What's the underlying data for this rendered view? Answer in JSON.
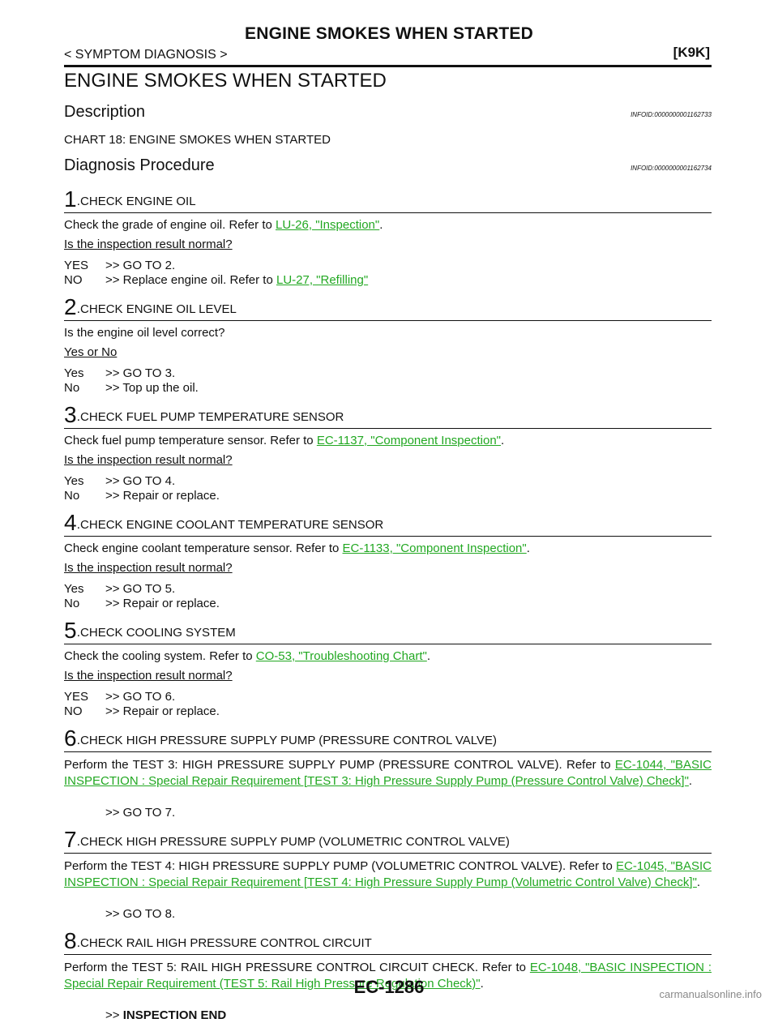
{
  "header": {
    "page_title": "ENGINE SMOKES WHEN STARTED",
    "section": "< SYMPTOM DIAGNOSIS >",
    "model": "[K9K]"
  },
  "doc": {
    "title": "ENGINE SMOKES WHEN STARTED",
    "description": {
      "heading": "Description",
      "infoid": "INFOID:0000000001162733",
      "text": "CHART 18: ENGINE SMOKES WHEN STARTED"
    },
    "procedure": {
      "heading": "Diagnosis Procedure",
      "infoid": "INFOID:0000000001162734"
    },
    "steps": [
      {
        "num": "1",
        "title": "CHECK ENGINE OIL",
        "body_pre": "Check the grade of engine oil. Refer to ",
        "link": "LU-26, \"Inspection\"",
        "body_post": ".",
        "question": "Is the inspection result normal?",
        "answers": [
          {
            "key": "YES",
            "pre": ">> GO TO 2.",
            "link": "",
            "post": ""
          },
          {
            "key": "NO",
            "pre": ">> Replace engine oil. Refer to ",
            "link": "LU-27, \"Refilling\"",
            "post": ""
          }
        ]
      },
      {
        "num": "2",
        "title": "CHECK ENGINE OIL LEVEL",
        "body_pre": "Is the engine oil level correct?",
        "link": "",
        "body_post": "",
        "question": "Yes or No",
        "answers": [
          {
            "key": "Yes",
            "pre": ">> GO TO 3.",
            "link": "",
            "post": ""
          },
          {
            "key": "No",
            "pre": ">> Top up the oil.",
            "link": "",
            "post": ""
          }
        ]
      },
      {
        "num": "3",
        "title": "CHECK FUEL PUMP TEMPERATURE SENSOR",
        "body_pre": "Check fuel pump temperature sensor. Refer to ",
        "link": "EC-1137, \"Component Inspection\"",
        "body_post": ".",
        "question": "Is the inspection result normal?",
        "answers": [
          {
            "key": "Yes",
            "pre": ">> GO TO 4.",
            "link": "",
            "post": ""
          },
          {
            "key": "No",
            "pre": ">> Repair or replace.",
            "link": "",
            "post": ""
          }
        ]
      },
      {
        "num": "4",
        "title": "CHECK ENGINE COOLANT TEMPERATURE SENSOR",
        "body_pre": "Check engine coolant temperature sensor. Refer to ",
        "link": "EC-1133, \"Component Inspection\"",
        "body_post": ".",
        "question": "Is the inspection result normal?",
        "answers": [
          {
            "key": "Yes",
            "pre": ">> GO TO 5.",
            "link": "",
            "post": ""
          },
          {
            "key": "No",
            "pre": ">> Repair or replace.",
            "link": "",
            "post": ""
          }
        ]
      },
      {
        "num": "5",
        "title": "CHECK COOLING SYSTEM",
        "body_pre": "Check the cooling system. Refer to ",
        "link": "CO-53, \"Troubleshooting Chart\"",
        "body_post": ".",
        "question": "Is the inspection result normal?",
        "answers": [
          {
            "key": "YES",
            "pre": ">> GO TO 6.",
            "link": "",
            "post": ""
          },
          {
            "key": "NO",
            "pre": ">> Repair or replace.",
            "link": "",
            "post": ""
          }
        ]
      },
      {
        "num": "6",
        "title": "CHECK HIGH PRESSURE SUPPLY PUMP (PRESSURE CONTROL VALVE)",
        "body_pre": "Perform the TEST 3: HIGH PRESSURE SUPPLY PUMP (PRESSURE CONTROL VALVE). Refer to ",
        "link": "EC-1044, \"BASIC INSPECTION : Special Repair Requirement [TEST 3: High Pressure Supply Pump (Pressure Control Valve) Check]\"",
        "body_post": ".",
        "question": "",
        "solo": ">> GO TO 7.",
        "solo_bold": ""
      },
      {
        "num": "7",
        "title": "CHECK HIGH PRESSURE SUPPLY PUMP (VOLUMETRIC CONTROL VALVE)",
        "body_pre": "Perform the TEST 4: HIGH PRESSURE SUPPLY PUMP (VOLUMETRIC CONTROL VALVE). Refer to ",
        "link": "EC-1045, \"BASIC INSPECTION : Special Repair Requirement [TEST 4: High Pressure Supply Pump (Volumetric Control Valve) Check]\"",
        "body_post": ".",
        "question": "",
        "solo": ">> GO TO 8.",
        "solo_bold": ""
      },
      {
        "num": "8",
        "title": "CHECK RAIL HIGH PRESSURE CONTROL CIRCUIT",
        "body_pre": "Perform the TEST 5: RAIL HIGH PRESSURE CONTROL CIRCUIT CHECK. Refer to ",
        "link": "EC-1048, \"BASIC INSPECTION : Special Repair Requirement (TEST 5: Rail High Pressure Regulation Check)\"",
        "body_post": ".",
        "question": "",
        "solo": ">> ",
        "solo_bold": "INSPECTION END"
      }
    ]
  },
  "footer": {
    "page_number": "EC-1286",
    "watermark": "carmanualsonline.info"
  }
}
